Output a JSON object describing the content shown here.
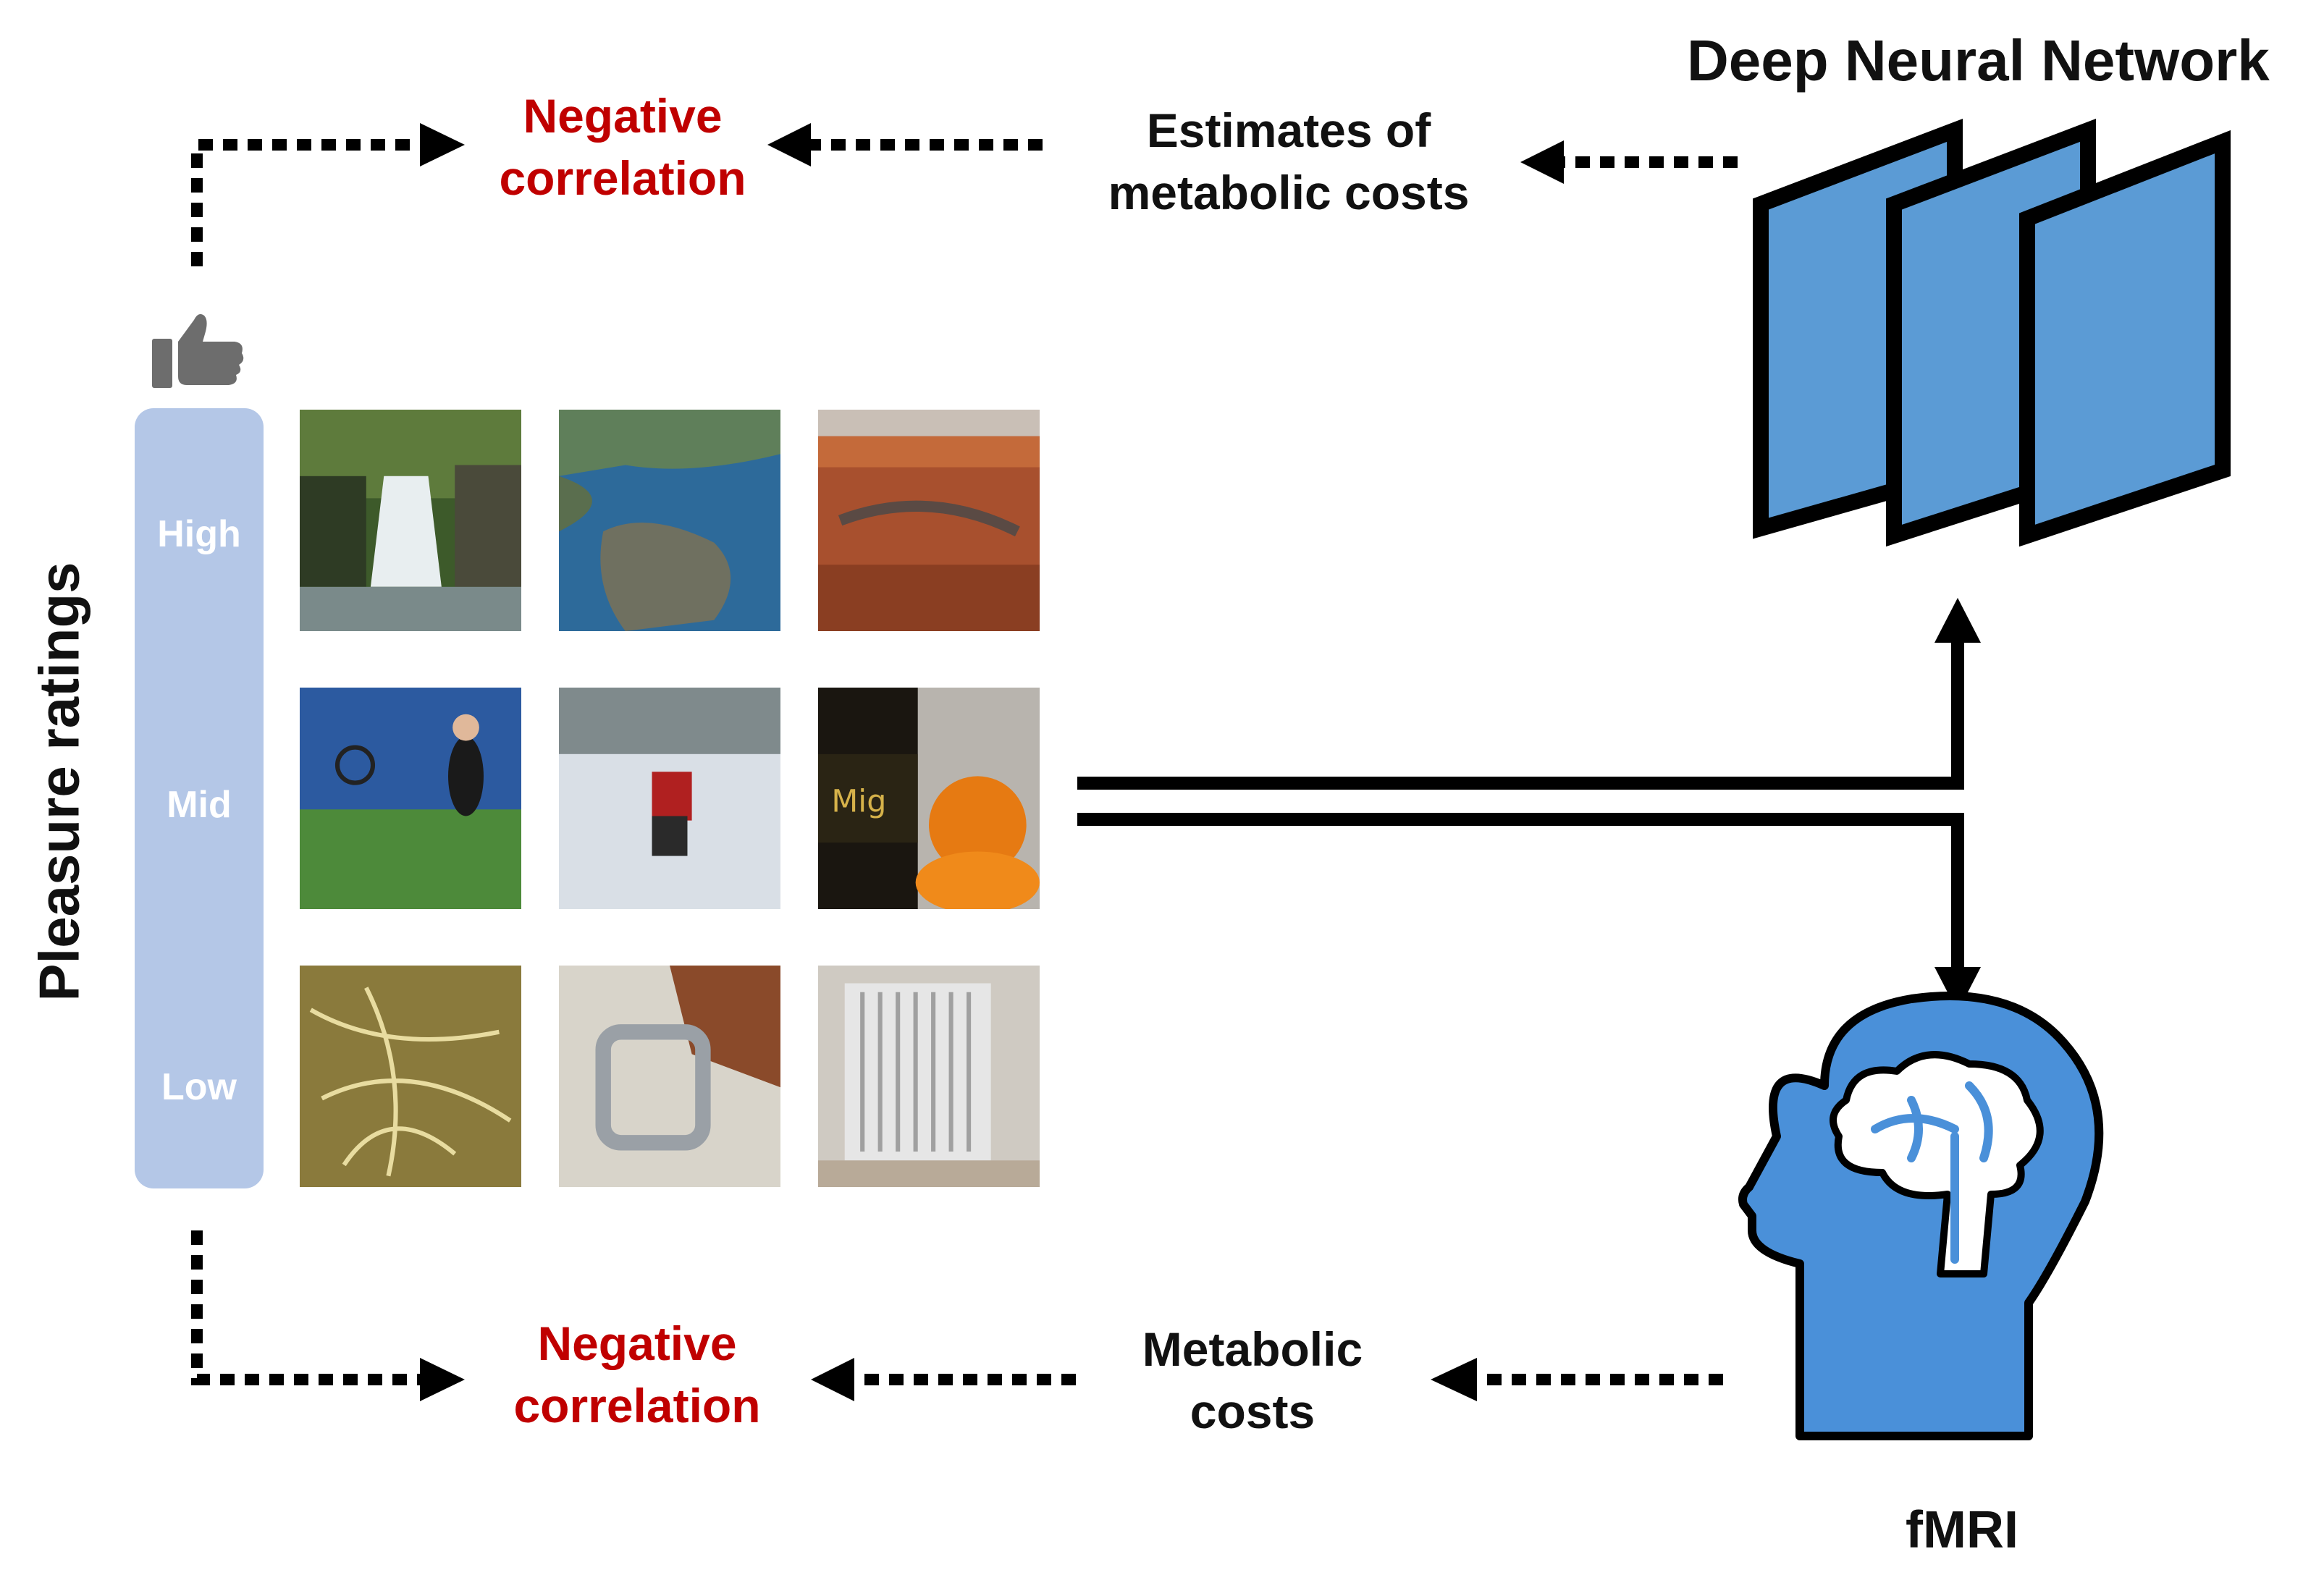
{
  "top_flow": {
    "correlation": [
      "Negative",
      "correlation"
    ],
    "estimate": [
      "Estimates of",
      "metabolic costs"
    ],
    "model": "Deep Neural Network"
  },
  "bottom_flow": {
    "correlation": [
      "Negative",
      "correlation"
    ],
    "measure": [
      "Metabolic",
      "costs"
    ],
    "model": "fMRI"
  },
  "ratings": {
    "axis_label": "Pleasure ratings",
    "levels": [
      "High",
      "Mid",
      "Low"
    ]
  },
  "image_grid": {
    "high": [
      "waterfall-photo",
      "coastline-photo",
      "canyon-photo"
    ],
    "mid": [
      "tennis-photo",
      "snowboard-photo",
      "beer-oranges-photo"
    ],
    "low": [
      "worms-photo",
      "buckle-photo",
      "radiator-photo"
    ]
  },
  "colors": {
    "accent_red": "#c00000",
    "network_blue": "#5b9bd5",
    "head_blue": "#4a90d9",
    "rating_bar": "#b4c7e7"
  }
}
